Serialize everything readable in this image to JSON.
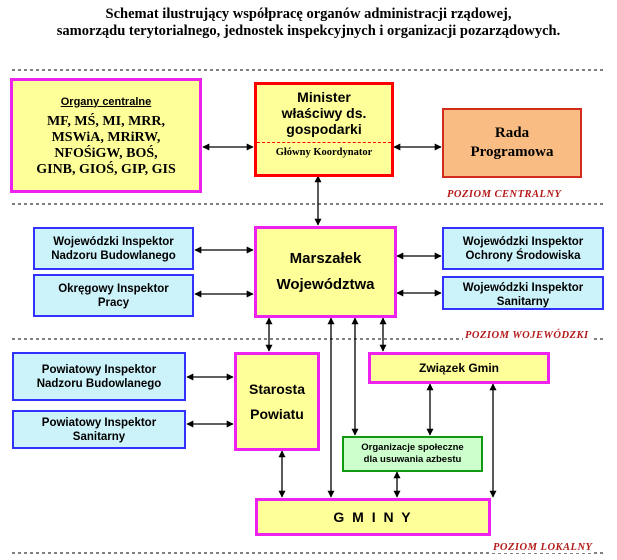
{
  "title": {
    "line1": "Schemat ilustrujący współpracę organów administracji rządowej,",
    "line2": "samorządu terytorialnego, jednostek inspekcyjnych i organizacji pozarządowych."
  },
  "boxes": {
    "organy_centralne": {
      "heading": "Organy centralne",
      "lines": [
        "MF, MŚ, MI, MRR,",
        "MSWiA, MRiRW,",
        "NFOŚiGW, BOŚ,",
        "GINB, GIOŚ, GIP, GIS"
      ]
    },
    "minister": {
      "line1": "Minister",
      "line2": "właściwy ds.",
      "line3": "gospodarki",
      "sub": "Główny Koordynator"
    },
    "rada": {
      "line1": "Rada",
      "line2": "Programowa"
    },
    "wi_nadzoru": {
      "line1": "Wojewódzki Inspektor",
      "line2": "Nadzoru Budowlanego"
    },
    "oi_pracy": {
      "line1": "Okręgowy Inspektor",
      "line2": "Pracy"
    },
    "marszalek": {
      "line1": "Marszałek",
      "line2": "Województwa"
    },
    "wi_ochrony": {
      "line1": "Wojewódzki Inspektor",
      "line2": "Ochrony Środowiska"
    },
    "wi_sanitarny": {
      "line1": "Wojewódzki Inspektor",
      "line2": "Sanitarny"
    },
    "pi_nadzoru": {
      "line1": "Powiatowy Inspektor",
      "line2": "Nadzoru Budowlanego"
    },
    "pi_sanitarny": {
      "line1": "Powiatowy Inspektor",
      "line2": "Sanitarny"
    },
    "starosta": {
      "line1": "Starosta",
      "line2": "Powiatu"
    },
    "zwiazek": {
      "label": "Związek Gmin"
    },
    "organizacje": {
      "line1": "Organizacje społeczne",
      "line2": "dla usuwania azbestu"
    },
    "gminy": {
      "label": "G M I N Y"
    }
  },
  "levels": {
    "centralny": "POZIOM  CENTRALNY",
    "wojewodzki": "POZIOM  WOJEWÓDZKI",
    "lokalny": "POZIOM  LOKALNY"
  },
  "colors": {
    "cyan_fill": "#ccf2fa",
    "cyan_border": "#3232ff",
    "yellow_fill": "#ffff99",
    "magenta_border": "#ee22ee",
    "minister_border": "#ff0000",
    "orange_fill": "#f9bc82",
    "orange_border": "#d22c1c",
    "green_fill": "#ccffcc",
    "green_border": "#119911",
    "level_text": "#b51a1a"
  }
}
